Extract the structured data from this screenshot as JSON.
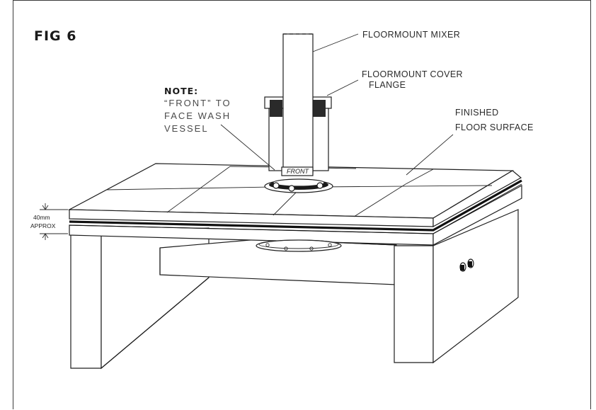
{
  "figure": {
    "title": "FIG 6"
  },
  "callouts": {
    "mixer": "FLOORMOUNT MIXER",
    "cover_line1": "FLOORMOUNT COVER",
    "cover_line2": "FLANGE",
    "floor_line1": "FINISHED",
    "floor_line2": "FLOOR SURFACE"
  },
  "note": {
    "title": "NOTE:",
    "line1": "“FRONT” TO",
    "line2": "FACE WASH",
    "line3": "VESSEL"
  },
  "front_label": "FRONT",
  "dimension": {
    "value": "40mm",
    "qualifier": "APPROX"
  }
}
